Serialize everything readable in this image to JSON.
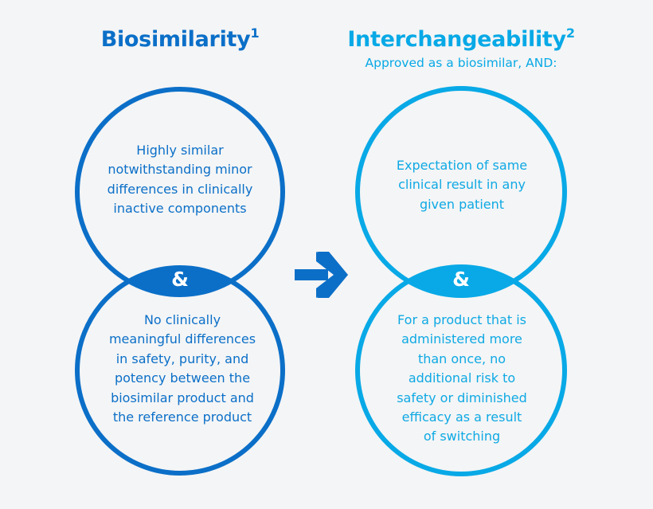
{
  "colors": {
    "background": "#f4f5f6",
    "biosimilarity_blue": "#0b6fc8",
    "interchangeability_blue": "#08a9e6",
    "amp_text": "#ffffff"
  },
  "biosimilarity": {
    "title": "Biosimilarity",
    "superscript": "1",
    "top_circle_text": "Highly similar notwithstanding minor differences in clinically inactive components",
    "top_circle_lines": [
      "Highly similar",
      "notwithstanding minor",
      "differences in clinically",
      "inactive components"
    ],
    "connector": "&",
    "bottom_circle_text": "No clinically meaningful differences in safety, purity, and potency between the biosimilar product and the reference product",
    "bottom_circle_lines": [
      "No clinically",
      "meaningful differences",
      "in safety, purity, and",
      "potency between the",
      "biosimilar product and",
      "the reference product"
    ]
  },
  "arrow": {
    "icon": "arrow-right-icon"
  },
  "interchangeability": {
    "title": "Interchangeability",
    "superscript": "2",
    "subtitle": "Approved as a biosimilar, AND:",
    "top_circle_text": "Expectation of same clinical result in any given patient",
    "top_circle_lines": [
      "Expectation of same",
      "clinical result in any",
      "given patient"
    ],
    "connector": "&",
    "bottom_circle_text": "For a product that is administered more than once, no additional risk to safety or diminished efficacy as a result of switching",
    "bottom_circle_lines": [
      "For a product that is",
      "administered more",
      "than once, no",
      "additional risk to",
      "safety or diminished",
      "efficacy as a result",
      "of switching"
    ]
  }
}
